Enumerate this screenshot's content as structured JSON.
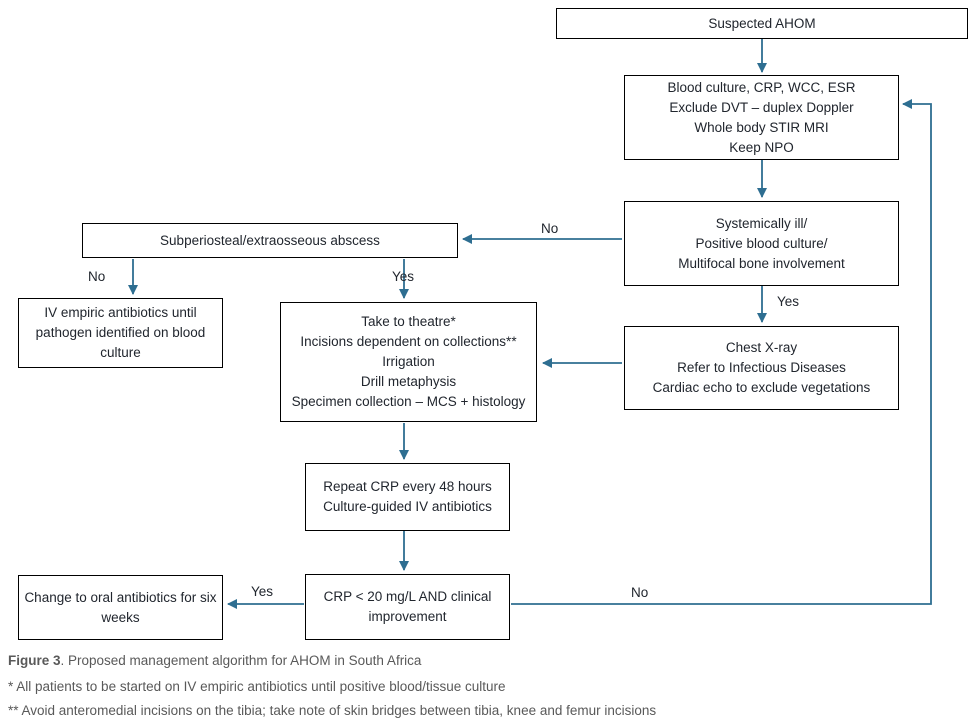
{
  "colors": {
    "arrow": "#2E6E91",
    "box_border": "#000000",
    "box_text": "#21262E",
    "caption_text": "#595959",
    "background": "#FFFFFF"
  },
  "flowchart": {
    "nodes": {
      "suspected": {
        "lines": [
          "Suspected AHOM"
        ]
      },
      "workup": {
        "lines": [
          "Blood culture, CRP, WCC, ESR",
          "Exclude DVT – duplex Doppler",
          "Whole body STIR MRI",
          "Keep NPO"
        ]
      },
      "systemic": {
        "lines": [
          "Systemically ill/",
          "Positive blood culture/",
          "Multifocal bone involvement"
        ]
      },
      "chest": {
        "lines": [
          "Chest X-ray",
          "Refer to Infectious Diseases",
          "Cardiac echo to exclude vegetations"
        ]
      },
      "abscess": {
        "lines": [
          "Subperiosteal/extraosseous abscess"
        ]
      },
      "iv_empiric": {
        "lines": [
          "IV empiric antibiotics until",
          "pathogen identified on blood",
          "culture"
        ]
      },
      "theatre": {
        "lines": [
          "Take to theatre*",
          "Incisions dependent on collections**",
          "Irrigation",
          "Drill metaphysis",
          "Specimen collection – MCS + histology"
        ]
      },
      "repeat_crp": {
        "lines": [
          "Repeat CRP every 48 hours",
          "Culture-guided IV antibiotics"
        ]
      },
      "crp_check": {
        "lines": [
          "CRP < 20 mg/L AND clinical",
          "improvement"
        ]
      },
      "oral_switch": {
        "lines": [
          "Change to oral antibiotics for six",
          "weeks"
        ]
      }
    },
    "edge_labels": {
      "systemic_no": "No",
      "systemic_yes": "Yes",
      "abscess_no": "No",
      "abscess_yes": "Yes",
      "crp_yes": "Yes",
      "crp_no": "No"
    }
  },
  "caption": {
    "label": "Figure 3",
    "text": ". Proposed management algorithm for AHOM in South Africa",
    "footnote1": "* All patients to be started on IV empiric antibiotics until positive blood/tissue culture",
    "footnote2": "** Avoid anteromedial incisions on the tibia; take note of skin bridges between tibia, knee and femur incisions"
  }
}
